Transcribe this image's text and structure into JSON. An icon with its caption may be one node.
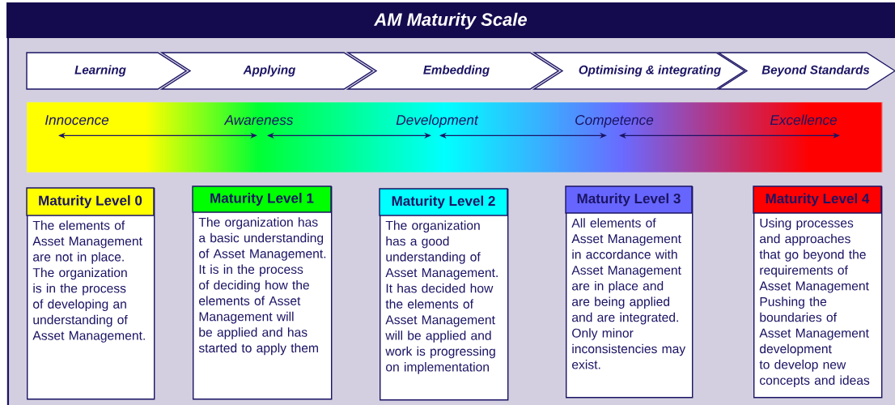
{
  "diagram": {
    "title": "AM Maturity Scale",
    "nodes": [
      {
        "text": [
          "Learning"
        ]
      },
      {
        "text": [
          "Applying"
        ]
      },
      {
        "text": [
          "Embedding"
        ]
      },
      {
        "text": [
          "Optimising & integrating"
        ]
      },
      {
        "text": [
          "Beyond Standards"
        ]
      },
      {
        "text": [
          "Innocence"
        ]
      },
      {
        "text": [
          "Awareness"
        ]
      },
      {
        "text": [
          "Development"
        ]
      },
      {
        "text": [
          "Competence"
        ]
      },
      {
        "text": [
          "Excellence"
        ]
      },
      {
        "text": [
          "Maturity Level 0",
          "The elements  of Asset Management are not in place. The organization is in the process of developing an understanding of Asset Management."
        ]
      },
      {
        "text": [
          "Maturity Level  1",
          "The organization has a basic understanding of Asset Management. It is in the process of deciding how the elements of Asset Management will be applied and has started to apply them"
        ]
      },
      {
        "text": [
          "Maturity Level 2",
          "The organization has a good understanding of Asset Management. It has decided  how the elements of Asset Management will be applied and work is progressing on implementation"
        ]
      },
      {
        "text": [
          "Maturity Level 3",
          "All elements of Asset Management in accordance with Asset Management are in place and are being applied and are integrated. Only minor inconsistencies may exist."
        ]
      },
      {
        "text": [
          "Maturity Level 4",
          "Using processes and approaches that go beyond the requirements of Asset Management Pushing the boundaries of Asset Management development to develop new concepts and ideas"
        ]
      }
    ],
    "edges": [
      {
        "from": 5,
        "to": 6,
        "arrow": "both"
      },
      {
        "from": 6,
        "to": 7,
        "arrow": "both"
      },
      {
        "from": 7,
        "to": 8,
        "arrow": "both"
      },
      {
        "from": 8,
        "to": 9,
        "arrow": "both"
      }
    ]
  }
}
